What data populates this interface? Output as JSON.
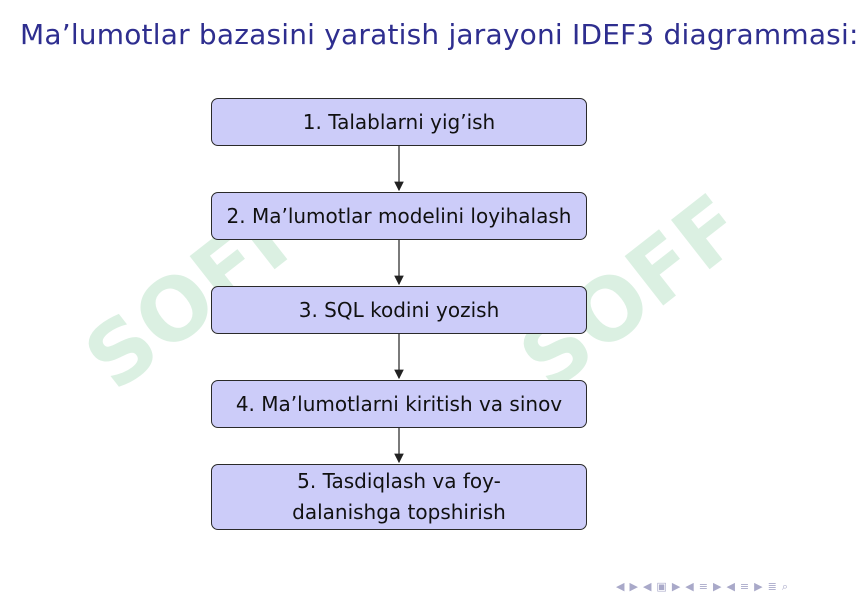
{
  "slide": {
    "title": "Ma’lumotlar bazasini yaratish jarayoni IDEF3 diagrammasi:"
  },
  "diagram": {
    "steps": [
      {
        "label": "1. Talablarni yig’ish"
      },
      {
        "label": "2. Ma’lumotlar modelini loyihalash"
      },
      {
        "label": "3. SQL kodini yozish"
      },
      {
        "label": "4. Ma’lumotlarni kiritish va sinov"
      },
      {
        "label_line1": "5. Tasdiqlash va foy-",
        "label_line2": "dalanishga topshirish"
      }
    ],
    "colors": {
      "box_fill": "#ccccf9",
      "box_border": "#2a2a2a",
      "title": "#2e2e8f"
    }
  },
  "watermark": {
    "text": "SOFF",
    "color": "#7fcf98"
  },
  "navigation": {
    "icons": [
      "nav-left-icon",
      "nav-right-icon",
      "frame-left-icon",
      "frame-right-icon",
      "section-left-icon",
      "section-right-icon",
      "subsection-left-icon",
      "subsection-right-icon",
      "align-icon",
      "search-icon"
    ]
  }
}
